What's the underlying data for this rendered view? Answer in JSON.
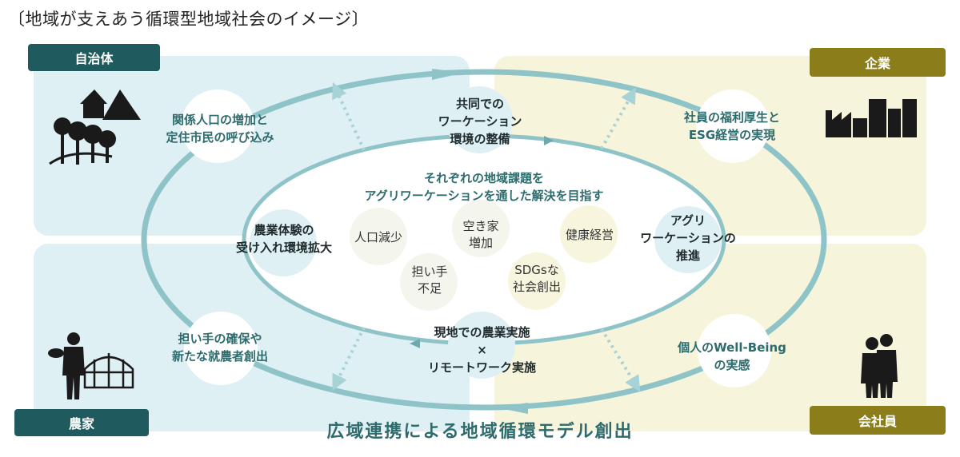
{
  "title": "〔地域が支えあう循環型地域社会のイメージ〕",
  "tags": {
    "local_gov": "自治体",
    "company": "企業",
    "farmer": "農家",
    "employee": "会社員"
  },
  "outer_items": {
    "top_left": "関係人口の増加と\n定住市民の呼び込み",
    "top_right": "社員の福利厚生と\nESG経営の実現",
    "bottom_left": "担い手の確保や\n新たな就農者創出",
    "bottom_right": "個人のWell-Being\nの実感"
  },
  "ring_items": {
    "top": "共同での\nワーケーション\n環境の整備",
    "left": "農業体験の\n受け入れ環境拡大",
    "right": "アグリ\nワーケーションの\n推進",
    "bottom": "現地での農業実施\n×\nリモートワーク実施"
  },
  "center_heading": "それぞれの地域課題を\nアグリワーケーションを通した解決を目指す",
  "issues": {
    "pop_decline": "人口減少",
    "vacant_house": "空き家\n増加",
    "health": "健康経営",
    "labor": "担い手\n不足",
    "sdgs": "SDGsな\n社会創出"
  },
  "bottom_title": "広域連携による地域循環モデル創出",
  "colors": {
    "teal_dark": "#1f5a5e",
    "olive": "#8a7d1a",
    "ring": "#8ec3c8",
    "text_teal": "#2d6b6d"
  },
  "icons": [
    "village-icon",
    "factory-icon",
    "farmer-icon",
    "greenhouse-icon",
    "office-workers-icon"
  ]
}
